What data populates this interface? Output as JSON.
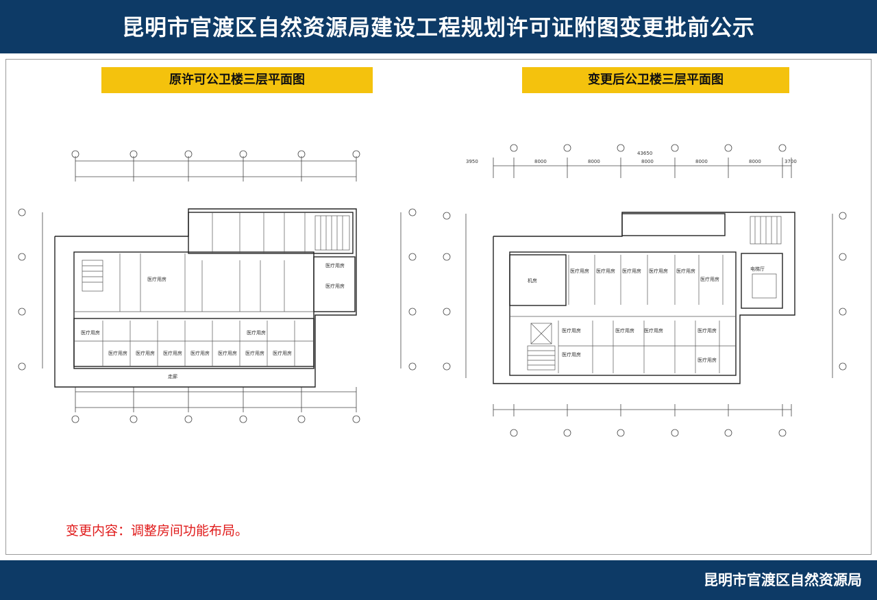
{
  "header": {
    "title": "昆明市官渡区自然资源局建设工程规划许可证附图变更批前公示"
  },
  "panels": {
    "left": {
      "label": "原许可公卫楼三层平面图"
    },
    "right": {
      "label": "变更后公卫楼三层平面图"
    }
  },
  "note": {
    "text": "变更内容：调整房间功能布局。"
  },
  "footer": {
    "org": "昆明市官渡区自然资源局"
  },
  "colors": {
    "header_bg": "#0d3a66",
    "label_bg": "#f4c20d",
    "note_text": "#e01b1b"
  },
  "plans": {
    "left": {
      "rooms": [
        "医疗用房",
        "医疗用房",
        "医疗用房",
        "医疗用房",
        "医疗用房",
        "医疗用房",
        "医疗用房",
        "医疗用房",
        "医疗用房",
        "医疗用房",
        "医疗用房",
        "医疗用房",
        "走廊"
      ]
    },
    "right": {
      "dims_top": [
        "3950",
        "8000",
        "8000",
        "8000",
        "8000",
        "8000",
        "3700"
      ],
      "overall": "43650",
      "rooms": [
        "机房",
        "医疗用房",
        "医疗用房",
        "医疗用房",
        "医疗用房",
        "医疗用房",
        "医疗用房",
        "医疗用房",
        "医疗用房",
        "医疗用房",
        "医疗用房",
        "医疗用房",
        "医疗用房",
        "电梯厅"
      ]
    }
  }
}
